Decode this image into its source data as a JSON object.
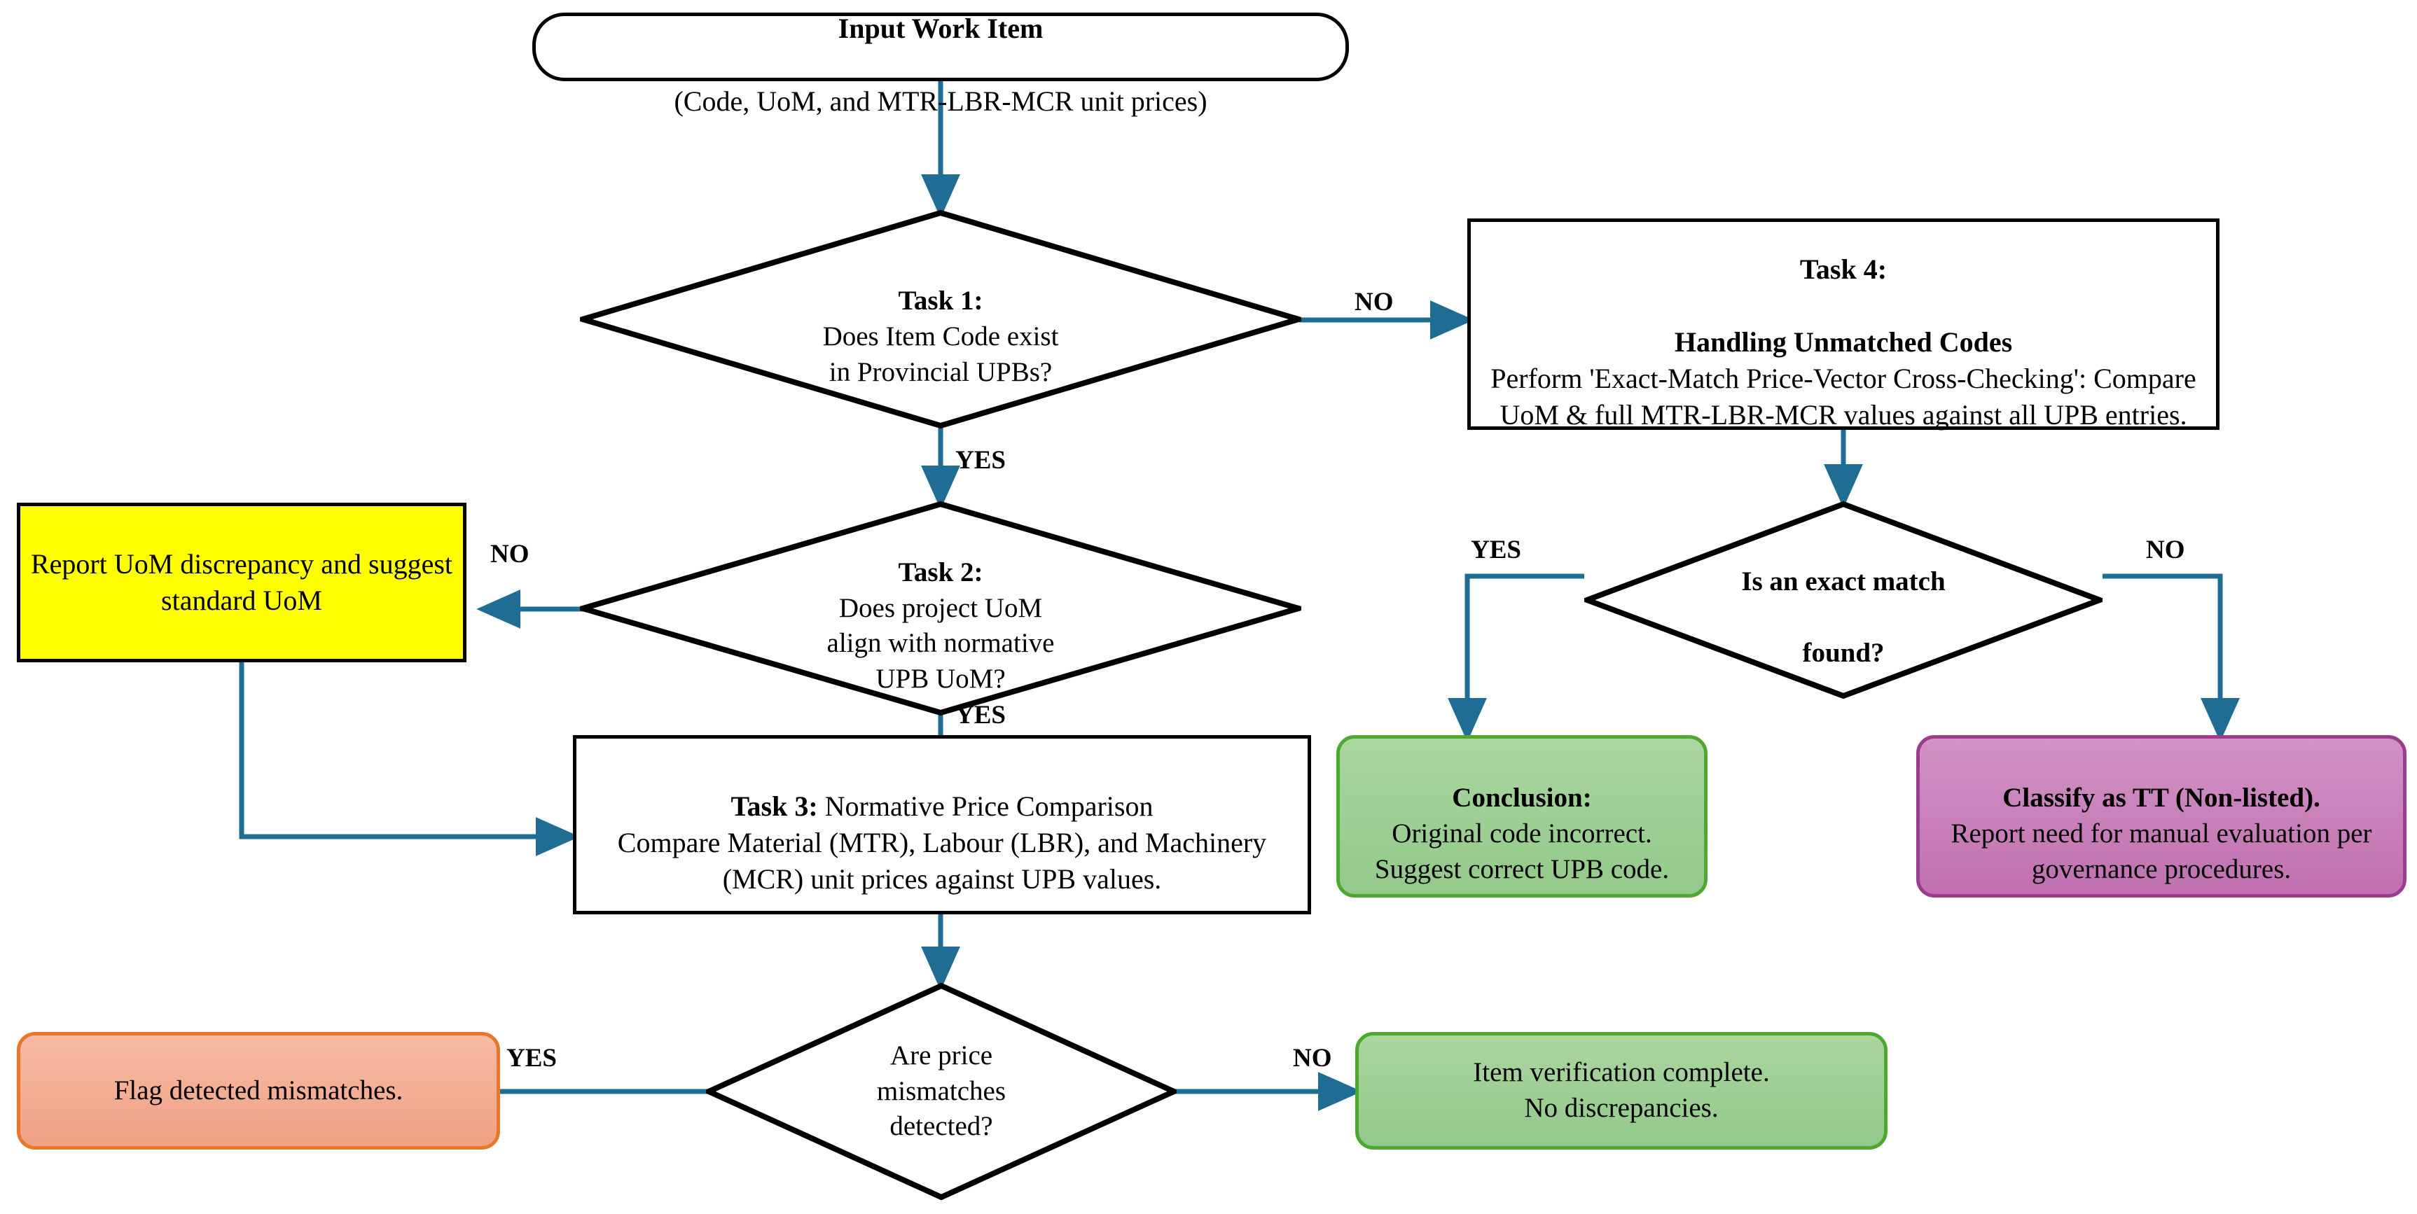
{
  "diagram": {
    "title": "Work Item Price Verification Flowchart",
    "colors": {
      "connector": "#1F6D94",
      "node_border": "#000000",
      "yellow_fill": "#FFFF00",
      "green_fill": "#A2D097",
      "green_border": "#4EA72E",
      "purple_fill": "#C97DB8",
      "purple_border": "#9B3C8C",
      "orange_fill": "#F3AE92",
      "orange_border": "#E8762C",
      "background": "#FFFFFF"
    },
    "nodes": {
      "input": {
        "shape": "terminator",
        "title": "Input Work Item",
        "body": "(Code, UoM, and MTR-LBR-MCR unit prices)"
      },
      "task1": {
        "shape": "decision",
        "title": "Task 1:",
        "body": "Does Item Code exist\nin Provincial UPBs?"
      },
      "task4": {
        "shape": "process",
        "title": "Task 4:",
        "subtitle": "Handling Unmatched Codes",
        "body": "Perform 'Exact-Match Price-Vector Cross-Checking': Compare UoM & full MTR-LBR-MCR values against all UPB entries."
      },
      "task2": {
        "shape": "decision",
        "title": "Task 2:",
        "body": "Does project UoM\nalign with normative\nUPB UoM?"
      },
      "uom_report": {
        "shape": "process-yellow",
        "body": "Report UoM discrepancy and suggest standard UoM"
      },
      "exact_match": {
        "shape": "decision",
        "title": "Is an exact match",
        "body": "found?"
      },
      "task3": {
        "shape": "process",
        "title": "Task 3:",
        "title_rest": " Normative Price Comparison",
        "body": "Compare Material (MTR), Labour (LBR), and Machinery (MCR) unit prices against UPB values."
      },
      "conclusion": {
        "shape": "round-green",
        "title": "Conclusion:",
        "body": "Original code incorrect.\nSuggest correct UPB code."
      },
      "classify_tt": {
        "shape": "round-purple",
        "title": "Classify as TT (Non-listed).",
        "body": "Report need for manual evaluation per governance procedures."
      },
      "price_mismatch": {
        "shape": "decision",
        "body": "Are price\nmismatches\ndetected?"
      },
      "flag_mismatch": {
        "shape": "round-orange",
        "body": "Flag detected mismatches."
      },
      "verified_ok": {
        "shape": "round-green",
        "body": "Item verification complete.\nNo discrepancies."
      }
    },
    "edge_labels": {
      "task1_no": "NO",
      "task1_yes": "YES",
      "task2_no": "NO",
      "task2_yes": "YES",
      "exact_yes": "YES",
      "exact_no": "NO",
      "mismatch_yes": "YES",
      "mismatch_no": "NO"
    }
  }
}
